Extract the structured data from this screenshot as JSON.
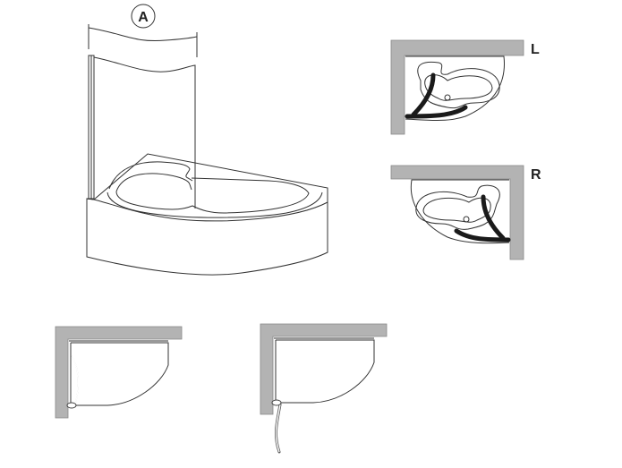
{
  "dimension_label": "A",
  "variants": {
    "left_label": "L",
    "right_label": "R"
  },
  "colors": {
    "wall": "#b3b3b3",
    "line": "#333333",
    "panel_dark": "#1a1a1a"
  }
}
